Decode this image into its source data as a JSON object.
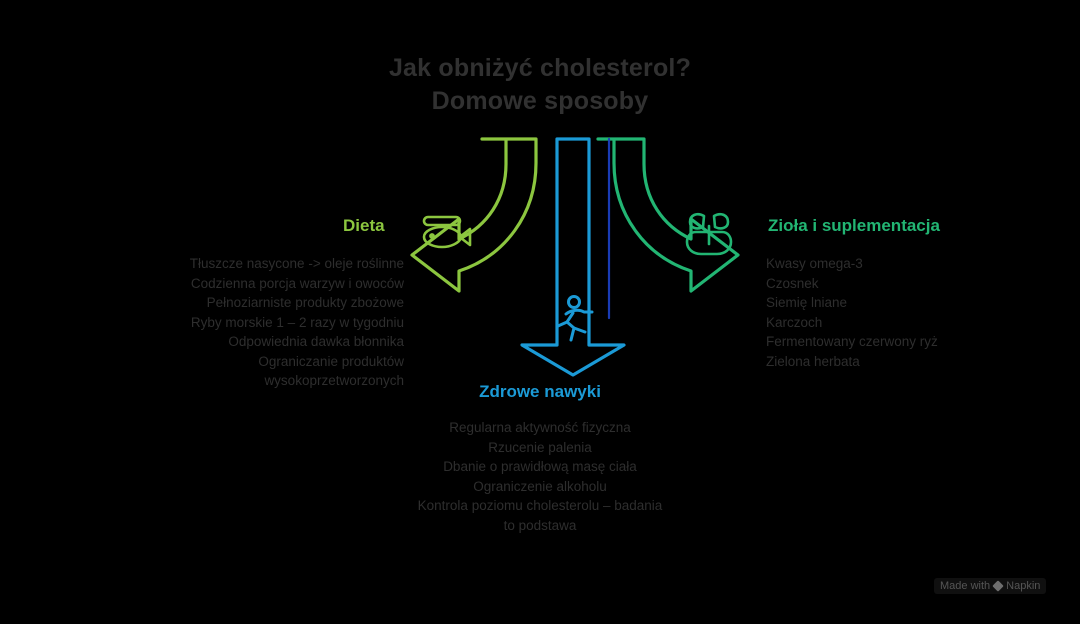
{
  "title": {
    "line1": "Jak obniżyć cholesterol?",
    "line2": "Domowe sposoby",
    "color": "#313131"
  },
  "sections": {
    "diet": {
      "label": "Dieta",
      "color": "#8cc63f",
      "icon": "fish-icon",
      "items": [
        "Tłuszcze nasycone -> oleje roślinne",
        "Codzienna porcja warzyw i owoców",
        "Pełnoziarniste produkty zbożowe",
        "Ryby morskie 1 – 2 razy w tygodniu",
        "Odpowiednia dawka błonnika",
        "Ograniczanie produktów\nwysokoprzetworzonych"
      ]
    },
    "herbs": {
      "label": "Zioła i suplementacja",
      "color": "#22b573",
      "icon": "potted-plant-icon",
      "items": [
        "Kwasy omega-3",
        "Czosnek",
        "Siemię lniane",
        "Karczoch",
        "Fermentowany czerwony ryż",
        "Zielona herbata"
      ]
    },
    "habits": {
      "label": "Zdrowe nawyki",
      "color": "#1b9ad6",
      "icon": "running-person-icon",
      "items": [
        "Regularna aktywność fizyczna",
        "Rzucenie palenia",
        "Dbanie o prawidłową masę ciała",
        "Ograniczenie alkoholu",
        "Kontrola poziomu cholesterolu – badania\nto podstawa"
      ]
    }
  },
  "watermark": {
    "text": "Made with",
    "brand": "Napkin"
  },
  "background_color": "#000000"
}
